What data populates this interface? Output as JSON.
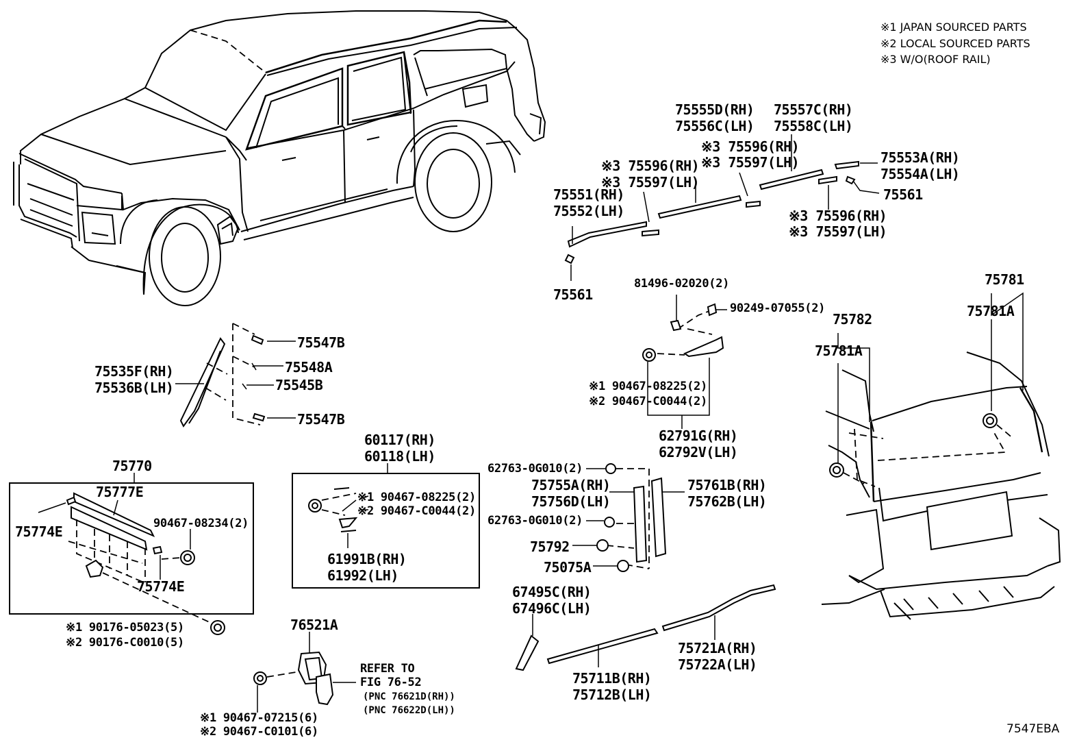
{
  "notes": [
    "※1 JAPAN SOURCED PARTS",
    "※2 LOCAL SOURCED PARTS",
    "※3 W/O(ROOF RAIL)"
  ],
  "figure_code": "7547EBA",
  "labels": {
    "p75555d": "75555D(RH)",
    "p75556c": "75556C(LH)",
    "p75557c": "75557C(RH)",
    "p75558c": "75558C(LH)",
    "p75596_mid": "※3 75596(RH)",
    "p75597_mid": "※3 75597(LH)",
    "p75596_left": "※3 75596(RH)",
    "p75597_left": "※3 75597(LH)",
    "p75553a": "75553A(RH)",
    "p75554a": "75554A(LH)",
    "p75561_right": "75561",
    "p75596_right": "※3 75596(RH)",
    "p75597_right": "※3 75597(LH)",
    "p75551": "75551(RH)",
    "p75552": "75552(LH)",
    "p75561_left": "75561",
    "p81496": "81496-02020(2)",
    "p90249": "90249-07055(2)",
    "p90467_08225_top": "※1 90467-08225(2)",
    "p90467_c0044_top": "※2 90467-C0044(2)",
    "p62791g": "62791G(RH)",
    "p62792v": "62792V(LH)",
    "p75781": "75781",
    "p75781a_r": "75781A",
    "p75782": "75782",
    "p75781a_l": "75781A",
    "p75547b_top": "75547B",
    "p75548a": "75548A",
    "p75545b": "75545B",
    "p75547b_bot": "75547B",
    "p75535f": "75535F(RH)",
    "p75536b": "75536B(LH)",
    "p75770": "75770",
    "p75777e": "75777E",
    "p75774e_l": "75774E",
    "p90467_08234": "90467-08234(2)",
    "p75774e_r": "75774E",
    "p90176_05023": "※1 90176-05023(5)",
    "p90176_c0010": "※2 90176-C0010(5)",
    "p60117": "60117(RH)",
    "p60118": "60118(LH)",
    "p90467_08225_box": "※1 90467-08225(2)",
    "p90467_c0044_box": "※2 90467-C0044(2)",
    "p61991b": "61991B(RH)",
    "p61992": "61992(LH)",
    "p62763_a": "62763-0G010(2)",
    "p75755a": "75755A(RH)",
    "p75756d": "75756D(LH)",
    "p62763_b": "62763-0G010(2)",
    "p75792": "75792",
    "p75075a": "75075A",
    "p75761b": "75761B(RH)",
    "p75762b": "75762B(LH)",
    "p67495c": "67495C(RH)",
    "p67496c": "67496C(LH)",
    "p75711b": "75711B(RH)",
    "p75712b": "75712B(LH)",
    "p75721a": "75721A(RH)",
    "p75722a": "75722A(LH)",
    "p76521a": "76521A",
    "refer_to": "REFER TO",
    "fig_76_52": "FIG 76-52",
    "pnc_rh": "(PNC 76621D(RH))",
    "pnc_lh": "(PNC 76622D(LH))",
    "p90467_07215": "※1 90467-07215(6)",
    "p90467_c0101": "※2 90467-C0101(6)"
  }
}
